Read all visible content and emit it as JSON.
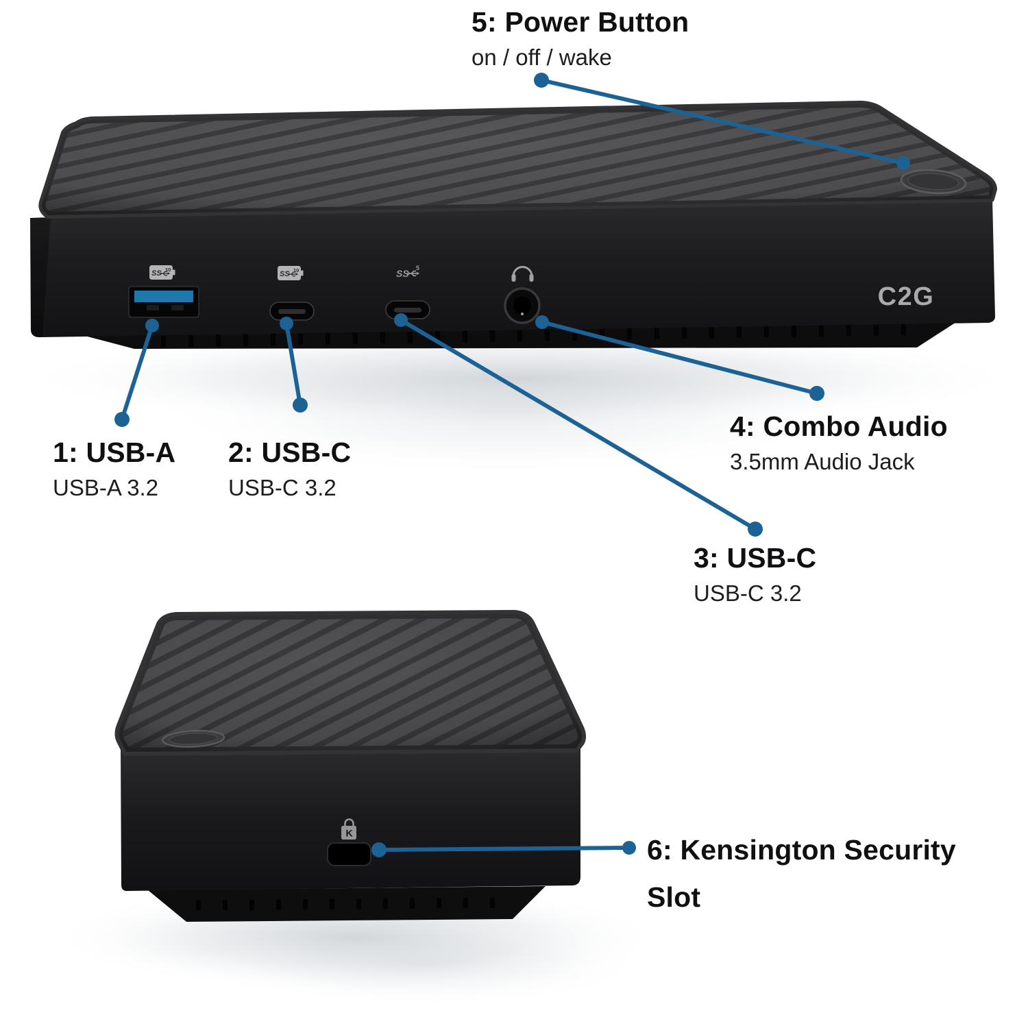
{
  "annotations": {
    "power": {
      "title": "5: Power Button",
      "subtitle": "on / off / wake"
    },
    "usb_a": {
      "title": "1: USB-A",
      "subtitle": "USB-A 3.2"
    },
    "usb_c_front": {
      "title": "2: USB-C",
      "subtitle": "USB-C 3.2"
    },
    "usb_c_third": {
      "title": "3: USB-C",
      "subtitle": "USB-C 3.2"
    },
    "combo_audio": {
      "title": "4: Combo Audio",
      "subtitle": "3.5mm Audio Jack"
    },
    "kensington": {
      "title": "6: Kensington Security\nSlot"
    }
  },
  "device": {
    "brand_logo": "C2G",
    "port_markings": {
      "usb_a_badge": {
        "ss": "SS",
        "speed": "10"
      },
      "usb_c2_badge": {
        "ss": "SS",
        "speed": "10"
      },
      "usb_c3_marking": {
        "ss": "SS",
        "speed": "5"
      },
      "kensington_k": "K"
    }
  },
  "colors": {
    "callout_blue": "#1C6295",
    "text_black": "#101012",
    "body_dark": "#1B1B1D",
    "top_surface_gray": "#57575A",
    "usb_a_blue": "#1F78AC"
  }
}
